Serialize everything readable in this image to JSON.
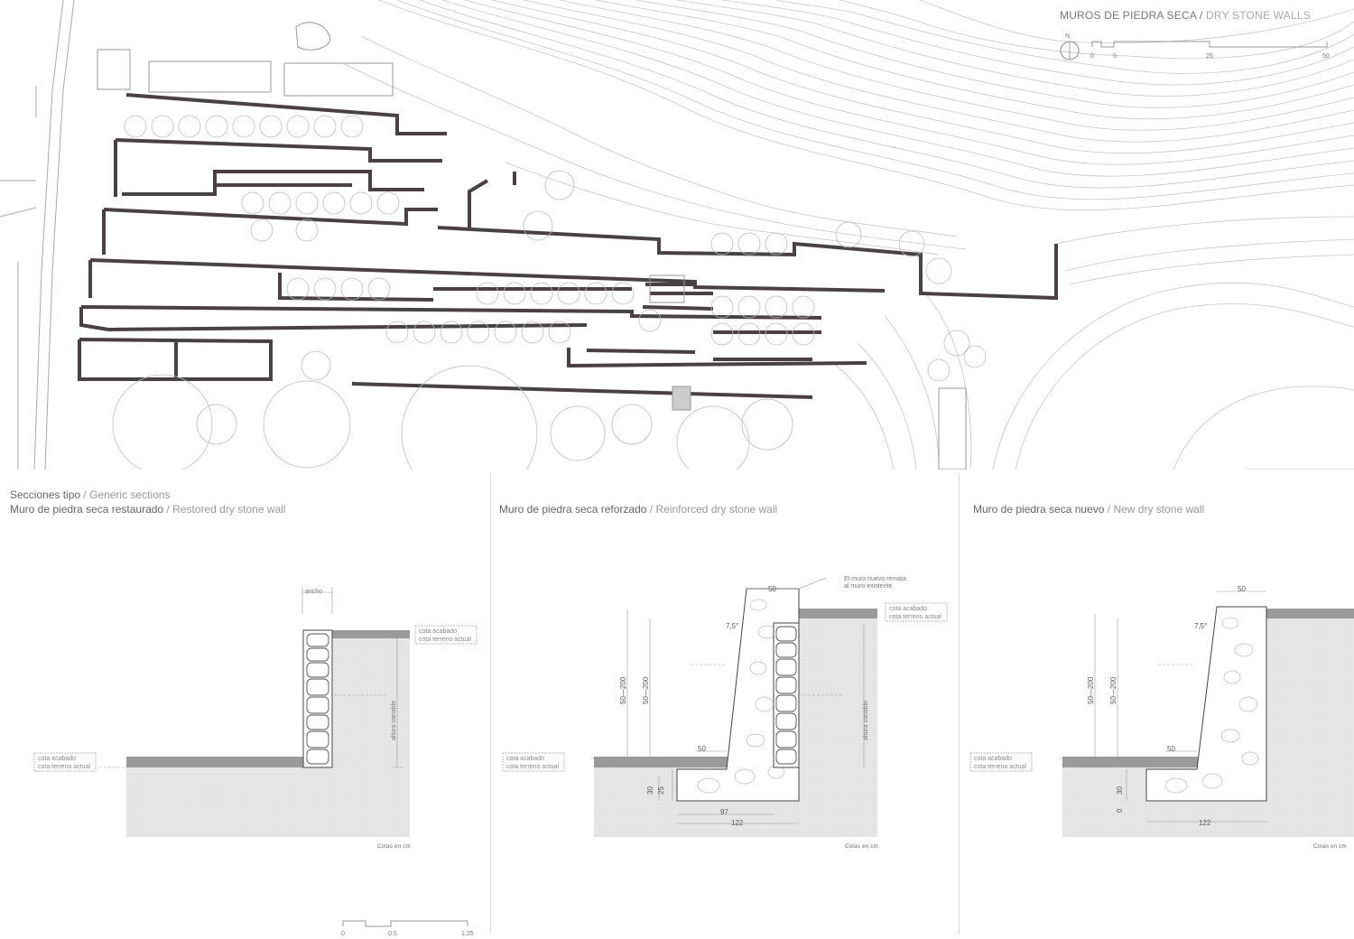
{
  "plan": {
    "title_es": "MUROS DE PIEDRA SECA",
    "title_sep": " / ",
    "title_en": "DRY STONE WALLS",
    "north": "N",
    "scale_ticks": [
      "0",
      "5",
      "25",
      "50"
    ]
  },
  "sections": {
    "heading_es": "Secciones tipo",
    "heading_en": "Generic sections",
    "sep": " / ",
    "restored": {
      "title_es": "Muro de piedra seca restaurado",
      "title_en": "Restored dry stone wall",
      "ancho": "ancho",
      "altura": "altura variable",
      "cota_acabado": "cota acabado",
      "cota_terreno": "cota terreno actual"
    },
    "reinforced": {
      "title_es": "Muro de piedra seca reforzado",
      "title_en": "Reinforced dry stone wall",
      "note_1": "El muro nuevo remata",
      "note_2": "al muro existente",
      "dim_top": "50",
      "dim_height_outer": "50—200",
      "dim_height_inner": "50—200",
      "dim_footing": "50",
      "dim_30": "30",
      "dim_25": "25",
      "dim_97": "97",
      "dim_122": "122",
      "angle": "7,5°",
      "altura": "altura variable",
      "cota_acabado": "cota acabado",
      "cota_terreno": "cota terreno actual"
    },
    "new": {
      "title_es": "Muro de piedra seca nuevo",
      "title_en": "New dry stone wall",
      "dim_top": "50",
      "dim_height_outer": "50—200",
      "dim_height_inner": "50—200",
      "dim_footing": "50",
      "dim_30": "30",
      "dim_0": "0",
      "dim_122": "122",
      "angle": "7,5°",
      "cota_acabado": "cota acabado",
      "cota_terreno": "cota terreno actual"
    },
    "cotas_label": "Cotas en cm",
    "bottom_scale": [
      "0",
      "0.5",
      "1:25"
    ]
  }
}
